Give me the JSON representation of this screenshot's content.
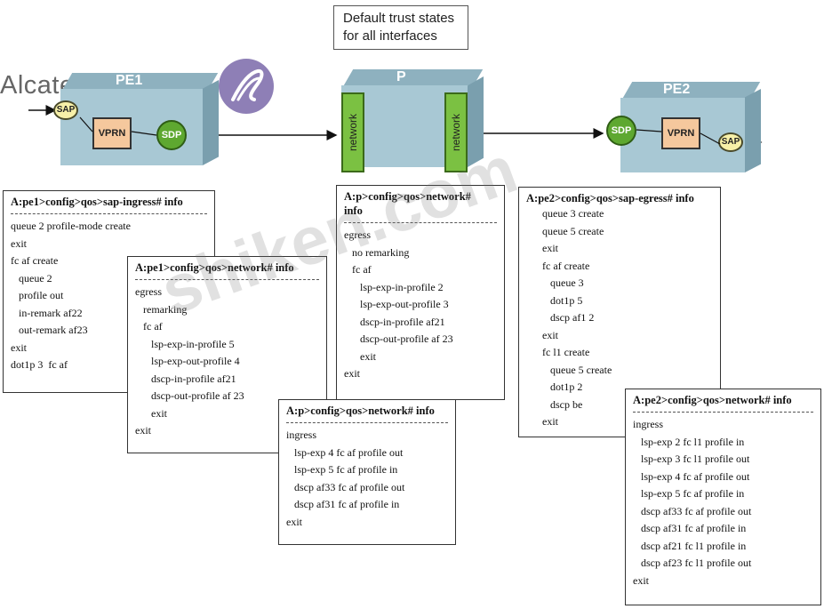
{
  "logo": {
    "text": "Alcatel·Lucent"
  },
  "trust_note": {
    "line1": "Default trust states",
    "line2": "for all interfaces"
  },
  "nodes": {
    "pe1": {
      "title": "PE1",
      "sap": "SAP",
      "vprn": "VPRN",
      "sdp": "SDP"
    },
    "p": {
      "title": "P",
      "net_left": "network",
      "net_right": "network"
    },
    "pe2": {
      "title": "PE2",
      "sdp": "SDP",
      "vprn": "VPRN",
      "sap": "SAP"
    }
  },
  "watermark": "shiken.com",
  "config_boxes": {
    "pe1_sap_ingress": {
      "header": "A:pe1>config>qos>sap-ingress# info",
      "lines": [
        "queue 2 profile-mode create",
        "exit",
        "fc af create",
        "   queue 2",
        "   profile out",
        "   in-remark af22",
        "   out-remark af23",
        "exit",
        "dot1p 3  fc af"
      ]
    },
    "pe1_network": {
      "header": "A:pe1>config>qos>network# info",
      "lines": [
        "egress",
        "   remarking",
        "   fc af",
        "      lsp-exp-in-profile 5",
        "      lsp-exp-out-profile 4",
        "      dscp-in-profile af21",
        "      dscp-out-profile af 23",
        "      exit",
        "exit"
      ]
    },
    "p_network_egress": {
      "header_line1": "A:p>config>qos>network#",
      "header_line2": "info",
      "lines": [
        "egress",
        "   no remarking",
        "   fc af",
        "      lsp-exp-in-profile 2",
        "      lsp-exp-out-profile 3",
        "      dscp-in-profile af21",
        "      dscp-out-profile af 23",
        "      exit",
        "exit"
      ]
    },
    "p_network_ingress": {
      "header": "A:p>config>qos>network# info",
      "lines": [
        "ingress",
        "   lsp-exp 4 fc af profile out",
        "   lsp-exp 5 fc af profile in",
        "   dscp af33 fc af profile out",
        "   dscp af31 fc af profile in",
        "exit"
      ]
    },
    "pe2_sap_egress": {
      "header": "A:pe2>config>qos>sap-egress# info",
      "lines": [
        "      queue 3 create",
        "      queue 5 create",
        "      exit",
        "      fc af create",
        "         queue 3",
        "         dot1p 5",
        "         dscp af1 2",
        "      exit",
        "      fc l1 create",
        "         queue 5 create",
        "         dot1p 2",
        "         dscp be",
        "      exit"
      ]
    },
    "pe2_network": {
      "header": "A:pe2>config>qos>network# info",
      "lines": [
        "ingress",
        "   lsp-exp 2 fc l1 profile in",
        "   lsp-exp 3 fc l1 profile out",
        "   lsp-exp 4 fc af profile out",
        "   lsp-exp 5 fc af profile in",
        "   dscp af33 fc af profile out",
        "   dscp af31 fc af profile in",
        "   dscp af21 fc l1 profile in",
        "   dscp af23 fc l1 profile out",
        "exit"
      ]
    }
  }
}
